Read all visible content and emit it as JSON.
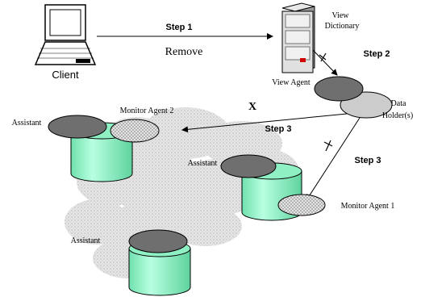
{
  "labels": {
    "client": "Client",
    "step1": "Step 1",
    "remove": "Remove",
    "view_dictionary_line1": "View",
    "view_dictionary_line2": "Dictionary",
    "step2": "Step 2",
    "view_agent": "View Agent",
    "data_holder_line1": "Data",
    "data_holder_line2": "Holder(s)",
    "monitor_agent_2": "Monitor Agent  2",
    "monitor_agent_1": "Monitor Agent  1",
    "step3_left": "Step 3",
    "step3_right": "Step 3",
    "assistant_top_left": "Assistant",
    "assistant_middle": "Assistant",
    "assistant_bottom": "Assistant",
    "x_mark": "X"
  },
  "colors": {
    "cylinder": "#8ff0c4",
    "cylinder_dark": "#55cf98",
    "agent_dark": "#6f6f6f",
    "data_holder": "#cccccc",
    "cloud": "#d8d8d8",
    "stroke": "#000000"
  }
}
